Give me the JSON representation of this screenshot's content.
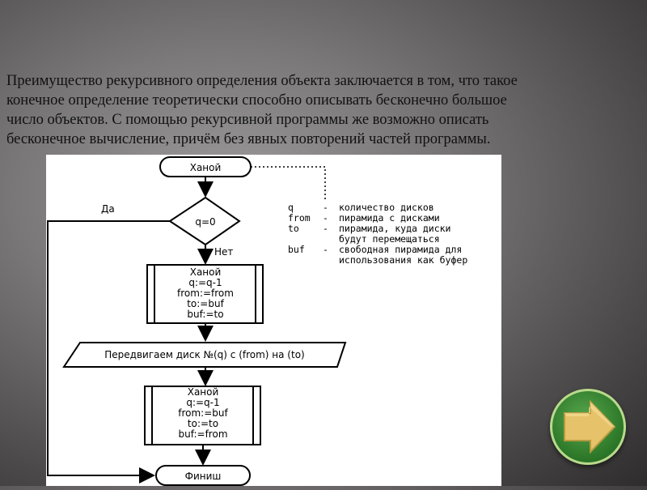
{
  "slide": {
    "paragraph_lines": [
      "Преимущество рекурсивного определения объекта заключается в том, что такое",
      "конечное определение теоретически способно описывать бесконечно большое",
      "число объектов. С помощью рекурсивной программы же возможно описать",
      "бесконечное вычисление, причём без явных повторений частей программы."
    ]
  },
  "flowchart": {
    "start": "Ханой",
    "condition": "q=0",
    "yes_label": "Да",
    "no_label": "Нет",
    "block1": [
      "Ханой",
      "q:=q-1",
      "from:=from",
      "to:=buf",
      "buf:=to"
    ],
    "io": "Передвигаем диск №(q) с (from) на (to)",
    "block2": [
      "Ханой",
      "q:=q-1",
      "from:=buf",
      "to:=to",
      "buf:=from"
    ],
    "end": "Финиш",
    "legend": [
      {
        "name": "q",
        "sep": "-",
        "desc": "количество дисков"
      },
      {
        "name": "from",
        "sep": "-",
        "desc": "пирамида с дисками"
      },
      {
        "name": "to",
        "sep": "-",
        "desc": "пирамида, куда диски"
      },
      {
        "name": "",
        "sep": "",
        "desc": "будут перемещаться"
      },
      {
        "name": "buf",
        "sep": "-",
        "desc": "свободная пирамида для"
      },
      {
        "name": "",
        "sep": "",
        "desc": "использования как буфер"
      }
    ]
  },
  "navigation": {
    "next_icon": "arrow-right-icon",
    "button_color": "#2e7a2a",
    "arrow_color": "#e6c36a"
  }
}
